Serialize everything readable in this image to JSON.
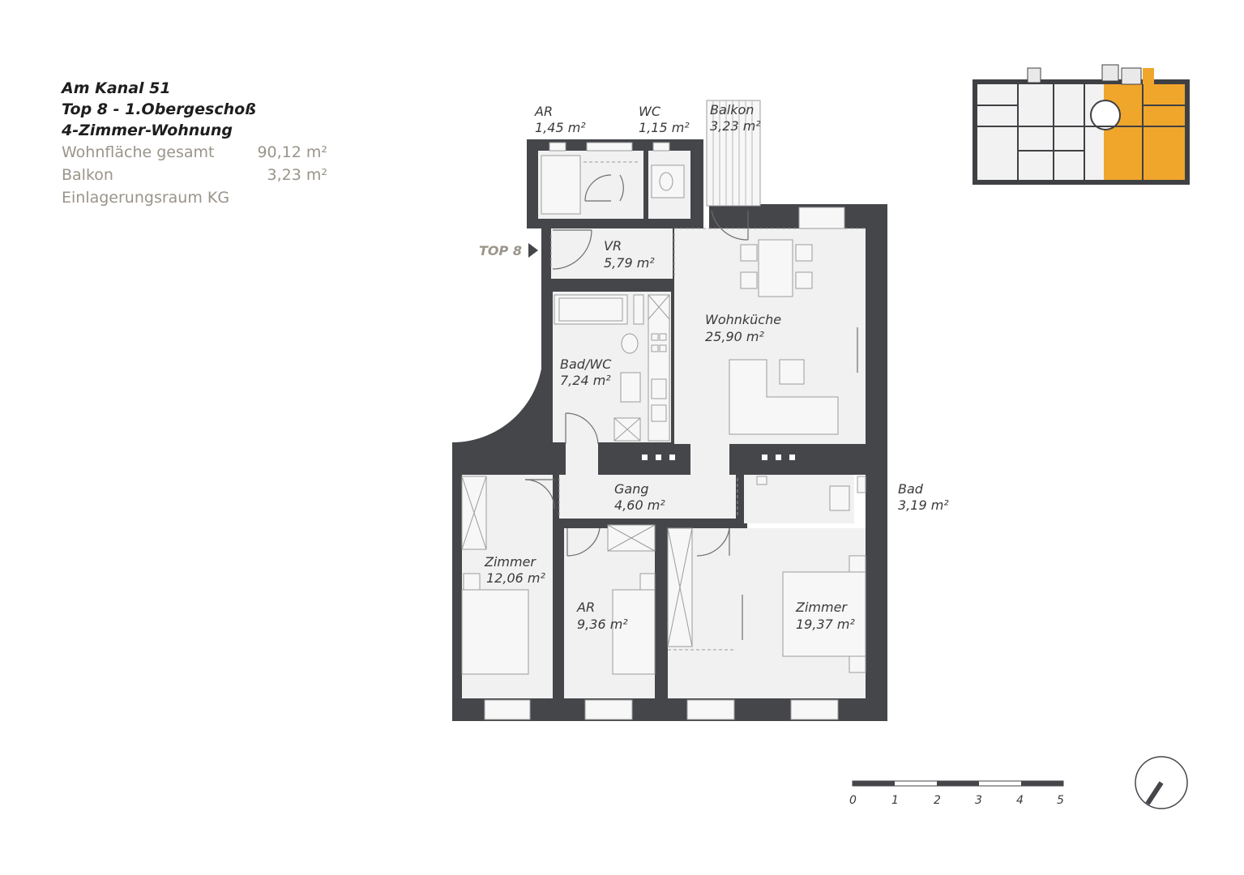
{
  "info": {
    "address": "Am Kanal 51",
    "unit": "Top 8 - 1.Obergeschoß",
    "type": "4-Zimmer-Wohnung",
    "rows": [
      {
        "label": "Wohnfläche gesamt",
        "value": "90,12 m²"
      },
      {
        "label": "Balkon",
        "value": "3,23 m²"
      },
      {
        "label": "Einlagerungsraum KG",
        "value": ""
      }
    ]
  },
  "entrance": {
    "label": "TOP 8"
  },
  "rooms": {
    "ar_top": {
      "name": "AR",
      "area": "1,45 m²"
    },
    "wc": {
      "name": "WC",
      "area": "1,15 m²"
    },
    "balkon": {
      "name": "Balkon",
      "area": "3,23 m²"
    },
    "vr": {
      "name": "VR",
      "area": "5,79 m²"
    },
    "wohnkueche": {
      "name": "Wohnküche",
      "area": "25,90 m²"
    },
    "bad_wc": {
      "name": "Bad/WC",
      "area": "7,24 m²"
    },
    "gang": {
      "name": "Gang",
      "area": "4,60 m²"
    },
    "bad": {
      "name": "Bad",
      "area": "3,19 m²"
    },
    "zimmer_left": {
      "name": "Zimmer",
      "area": "12,06 m²"
    },
    "ar_mid": {
      "name": "AR",
      "area": "9,36 m²"
    },
    "zimmer_right": {
      "name": "Zimmer",
      "area": "19,37 m²"
    }
  },
  "scale": {
    "ticks": [
      "0",
      "1",
      "2",
      "3",
      "4",
      "5"
    ]
  },
  "colors": {
    "wall": "#45464a",
    "floor": "#f1f1f1",
    "highlight": "#f0a62b",
    "label_muted": "#9a948a"
  },
  "icons": {
    "compass": "north-arrow-icon",
    "entrance": "triangle-arrow-icon"
  }
}
